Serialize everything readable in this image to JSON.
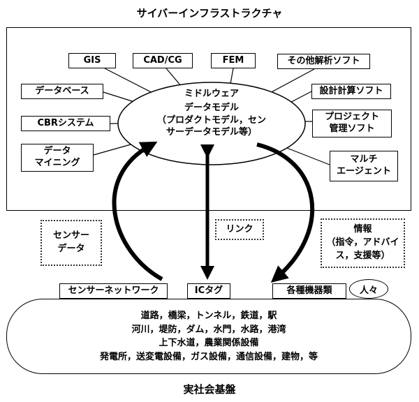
{
  "top_title": "サイバーインフラストラクチャ",
  "bottom_title": "実社会基盤",
  "middleware": {
    "label": "ミドルウェア",
    "core_lines": "データモデル\n（プロダクトモデル，セン\nサーデータモデル等）"
  },
  "tools": {
    "gis": "GIS",
    "cad": "CAD/CG",
    "fem": "FEM",
    "other": "その他解析ソフト",
    "database": "データベース",
    "design": "設計計算ソフト",
    "cbr": "CBRシステム",
    "project": "プロジェクト\n管理ソフト",
    "mining": "データ\nマイニング",
    "multiagent": "マルチ\nエージェント"
  },
  "flows": {
    "sensor_data": "センサー\nデータ",
    "link": "リンク",
    "info": "情報\n（指令，アドバイ\nス，支援等）"
  },
  "interfaces": {
    "sensor_network": "センサーネットワーク",
    "ic_tag": "ICタグ",
    "equipment": "各種機器類",
    "people": "人々"
  },
  "infrastructure_lines": "道路，橋梁，トンネル，鉄道，駅\n河川，堤防，ダム，水門，水路，港湾\n上下水道，農業関係設備\n発電所，送変電設備，ガス設備，通信設備，建物，等"
}
